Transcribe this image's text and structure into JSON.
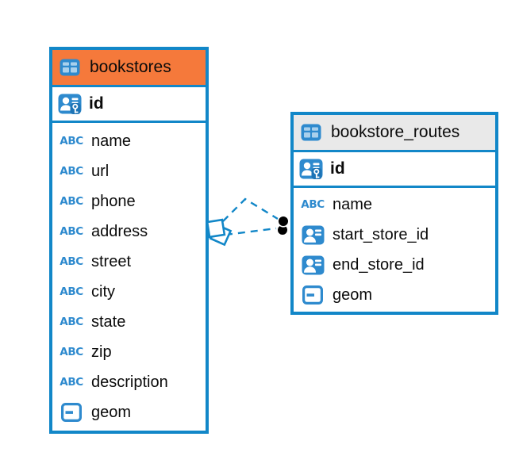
{
  "icons": {
    "text_glyph": "ABC",
    "table_icon": "table-grid-icon",
    "primary_key_icon": "person-card-with-key-icon",
    "foreign_key_icon": "person-card-icon",
    "geometry_icon": "object-dash-icon"
  },
  "colors": {
    "table_border_blue": "#1287c8",
    "icon_blue": "#2e8ace",
    "bookstores_header_orange": "#f5793b",
    "routes_header_gray": "#e9e9e9",
    "relationship_line_blue": "#1287c8",
    "endpoint_dot_black": "#000000",
    "text_black": "#0b0b0b"
  },
  "tables": [
    {
      "name": "bookstores",
      "header_style": "orange",
      "columns": [
        {
          "name": "id",
          "icon": "primary-key-icon"
        },
        {
          "name": "name",
          "icon": "text-icon"
        },
        {
          "name": "url",
          "icon": "text-icon"
        },
        {
          "name": "phone",
          "icon": "text-icon"
        },
        {
          "name": "address",
          "icon": "text-icon"
        },
        {
          "name": "street",
          "icon": "text-icon"
        },
        {
          "name": "city",
          "icon": "text-icon"
        },
        {
          "name": "state",
          "icon": "text-icon"
        },
        {
          "name": "zip",
          "icon": "text-icon"
        },
        {
          "name": "description",
          "icon": "text-icon"
        },
        {
          "name": "geom",
          "icon": "geometry-icon"
        }
      ]
    },
    {
      "name": "bookstore_routes",
      "header_style": "gray",
      "columns": [
        {
          "name": "id",
          "icon": "primary-key-icon"
        },
        {
          "name": "name",
          "icon": "text-icon"
        },
        {
          "name": "start_store_id",
          "icon": "foreign-key-icon"
        },
        {
          "name": "end_store_id",
          "icon": "foreign-key-icon"
        },
        {
          "name": "geom",
          "icon": "geometry-icon"
        }
      ]
    }
  ],
  "relationships": [
    {
      "from": "bookstores",
      "to": "bookstore_routes",
      "style": "dashed",
      "from_marker": "diamond",
      "to_marker": "dot"
    },
    {
      "from": "bookstores",
      "to": "bookstore_routes",
      "style": "dashed",
      "from_marker": "diamond",
      "to_marker": "dot"
    }
  ]
}
